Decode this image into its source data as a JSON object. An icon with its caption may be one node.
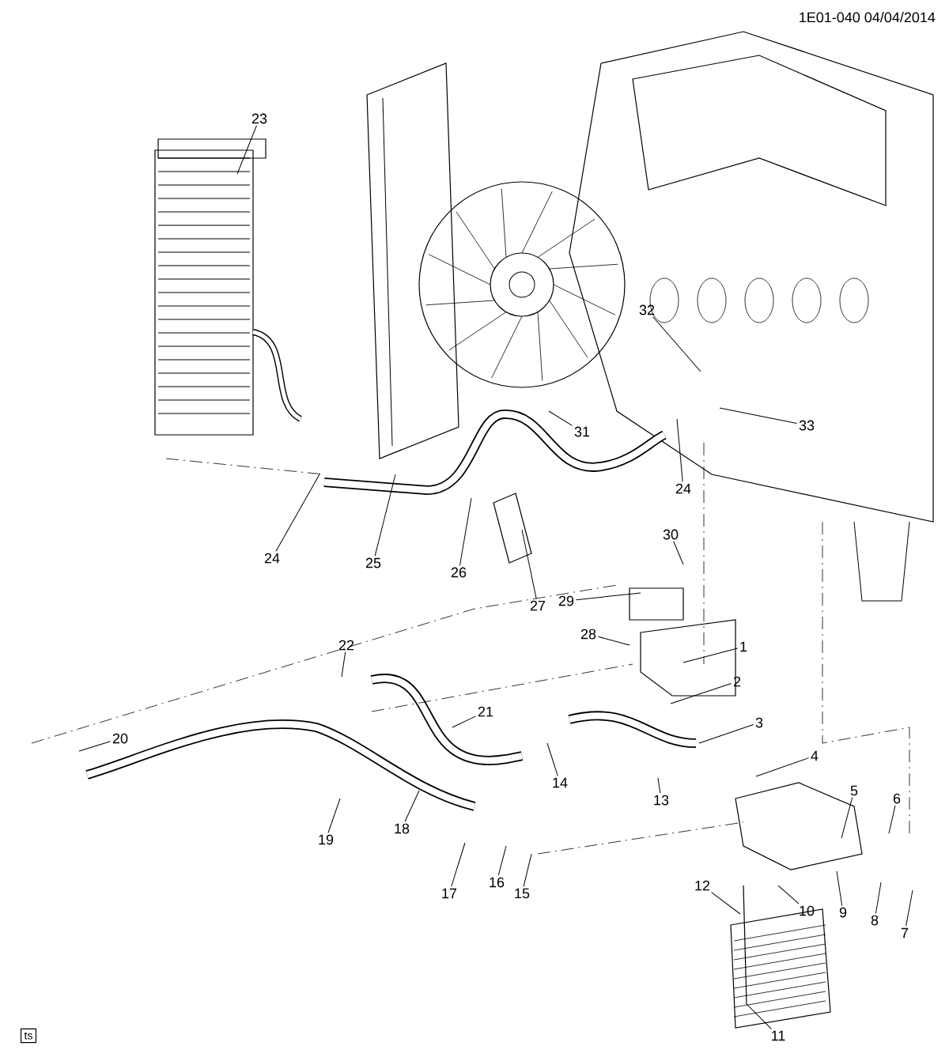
{
  "diagram": {
    "nodes": [
      {
        "text": [
          "1"
        ]
      },
      {
        "text": [
          "2"
        ]
      },
      {
        "text": [
          "3"
        ]
      },
      {
        "text": [
          "4"
        ]
      },
      {
        "text": [
          "5"
        ]
      },
      {
        "text": [
          "6"
        ]
      },
      {
        "text": [
          "7"
        ]
      },
      {
        "text": [
          "8"
        ]
      },
      {
        "text": [
          "9"
        ]
      },
      {
        "text": [
          "10"
        ]
      },
      {
        "text": [
          "11"
        ]
      },
      {
        "text": [
          "12"
        ]
      },
      {
        "text": [
          "13"
        ]
      },
      {
        "text": [
          "14"
        ]
      },
      {
        "text": [
          "15"
        ]
      },
      {
        "text": [
          "16"
        ]
      },
      {
        "text": [
          "17"
        ]
      },
      {
        "text": [
          "18"
        ]
      },
      {
        "text": [
          "19"
        ]
      },
      {
        "text": [
          "20"
        ]
      },
      {
        "text": [
          "21"
        ]
      },
      {
        "text": [
          "22"
        ]
      },
      {
        "text": [
          "23"
        ]
      },
      {
        "text": [
          "24"
        ]
      },
      {
        "text": [
          "24"
        ]
      },
      {
        "text": [
          "25"
        ]
      },
      {
        "text": [
          "26"
        ]
      },
      {
        "text": [
          "27"
        ]
      },
      {
        "text": [
          "28"
        ]
      },
      {
        "text": [
          "29"
        ]
      },
      {
        "text": [
          "30"
        ]
      },
      {
        "text": [
          "31"
        ]
      },
      {
        "text": [
          "32"
        ]
      },
      {
        "text": [
          "33"
        ]
      },
      {
        "text": [
          "ts"
        ]
      }
    ],
    "edges": [
      {
        "from": 0,
        "to": null,
        "arrow": "none"
      },
      {
        "from": 1,
        "to": null,
        "arrow": "none"
      },
      {
        "from": 2,
        "to": null,
        "arrow": "none"
      },
      {
        "from": 3,
        "to": null,
        "arrow": "none"
      },
      {
        "from": 4,
        "to": null,
        "arrow": "none"
      },
      {
        "from": 5,
        "to": null,
        "arrow": "none"
      },
      {
        "from": 6,
        "to": null,
        "arrow": "none"
      },
      {
        "from": 7,
        "to": null,
        "arrow": "none"
      },
      {
        "from": 8,
        "to": null,
        "arrow": "none"
      },
      {
        "from": 9,
        "to": null,
        "arrow": "none"
      },
      {
        "from": 10,
        "to": null,
        "arrow": "none"
      },
      {
        "from": 11,
        "to": null,
        "arrow": "none"
      },
      {
        "from": 12,
        "to": null,
        "arrow": "none"
      },
      {
        "from": 13,
        "to": null,
        "arrow": "none"
      },
      {
        "from": 14,
        "to": null,
        "arrow": "none"
      },
      {
        "from": 15,
        "to": null,
        "arrow": "none"
      },
      {
        "from": 16,
        "to": null,
        "arrow": "none"
      },
      {
        "from": 17,
        "to": null,
        "arrow": "none"
      },
      {
        "from": 18,
        "to": null,
        "arrow": "none"
      },
      {
        "from": 19,
        "to": null,
        "arrow": "none"
      },
      {
        "from": 20,
        "to": null,
        "arrow": "none"
      },
      {
        "from": 21,
        "to": null,
        "arrow": "none"
      },
      {
        "from": 22,
        "to": null,
        "arrow": "none"
      },
      {
        "from": 23,
        "to": null,
        "arrow": "none"
      },
      {
        "from": 24,
        "to": null,
        "arrow": "none"
      },
      {
        "from": 25,
        "to": null,
        "arrow": "none"
      },
      {
        "from": 26,
        "to": null,
        "arrow": "none"
      },
      {
        "from": 27,
        "to": null,
        "arrow": "none"
      },
      {
        "from": 28,
        "to": null,
        "arrow": "none"
      },
      {
        "from": 29,
        "to": null,
        "arrow": "none"
      },
      {
        "from": 30,
        "to": null,
        "arrow": "none"
      },
      {
        "from": 31,
        "to": null,
        "arrow": "none"
      },
      {
        "from": 32,
        "to": null,
        "arrow": "none"
      },
      {
        "from": 33,
        "to": null,
        "arrow": "none"
      }
    ],
    "labels": [
      "1E01-040 04/04/2014"
    ]
  }
}
